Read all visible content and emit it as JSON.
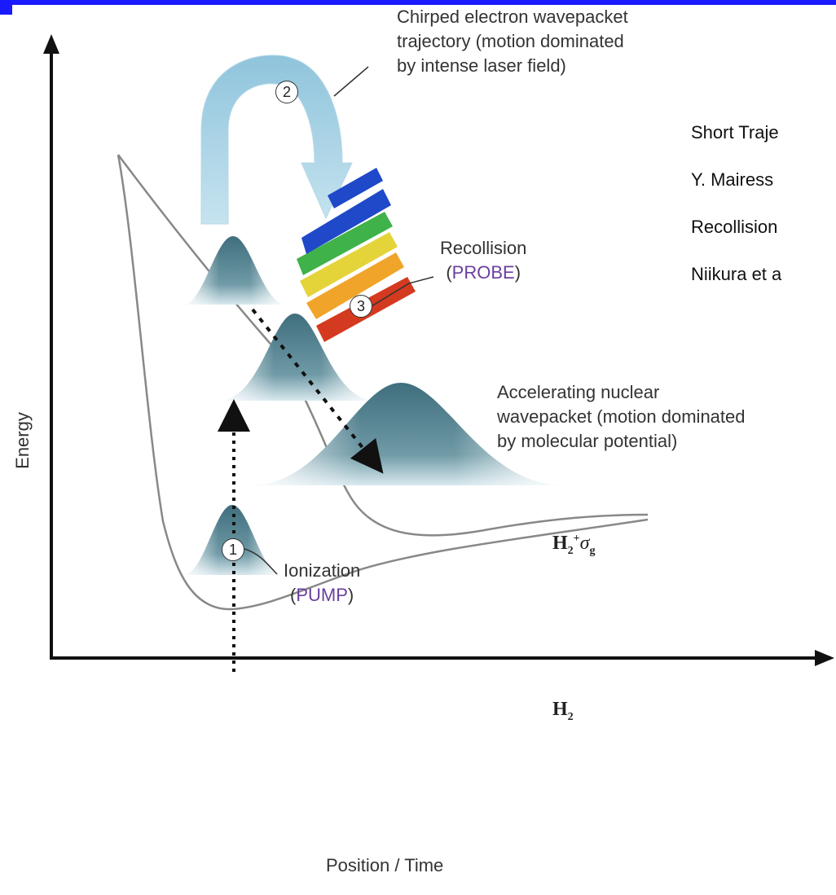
{
  "axes": {
    "y_label": "Energy",
    "x_label": "Position / Time"
  },
  "curves": {
    "upper": {
      "main": "H",
      "sub": "2",
      "sup": "+",
      "sigma": "σ",
      "sigma_sub": "g"
    },
    "lower": {
      "main": "H",
      "sub": "2"
    }
  },
  "steps": {
    "step1": {
      "number": "1",
      "line1": "Ionization",
      "line2": "PUMP"
    },
    "step2": {
      "number": "2",
      "line1": "Chirped electron wavepacket",
      "line2": "trajectory (motion dominated",
      "line3": "by intense laser field)"
    },
    "step3": {
      "number": "3",
      "line1": "Recollision",
      "line2": "PROBE"
    }
  },
  "nuclear_label": {
    "line1": "Accelerating nuclear",
    "line2": "wavepacket (motion dominated",
    "line3": "by molecular potential)"
  },
  "side_text": [
    "Short Traje",
    "Y. Mairess",
    "Recollision",
    "Niikura et a"
  ],
  "colors": {
    "accent": "#6a3fa0",
    "header_bar": "#1a1aff",
    "wavepacket": "#4f7c8a",
    "arc": "#a9d3e6"
  }
}
